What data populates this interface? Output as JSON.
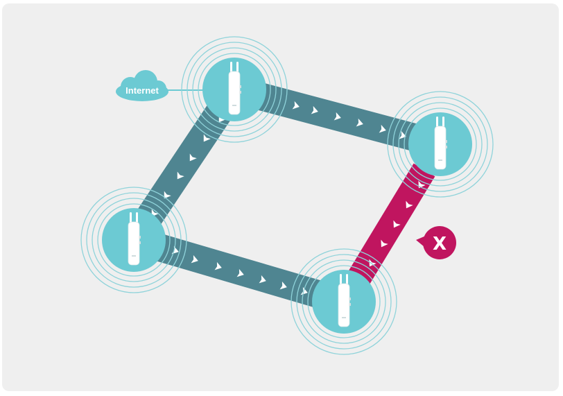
{
  "diagram": {
    "internet_label": "Internet",
    "failure_label": "X",
    "colors": {
      "background": "#efefef",
      "node_fill": "#6ccad3",
      "ring": "#8fd3da",
      "link": "#4f8591",
      "broken_link": "#c0155f",
      "chevron": "#ffffff",
      "device_body": "#ffffff"
    },
    "nodes": [
      {
        "id": "ap-top",
        "role": "root"
      },
      {
        "id": "ap-right",
        "role": "mesh"
      },
      {
        "id": "ap-bottom",
        "role": "mesh"
      },
      {
        "id": "ap-left",
        "role": "mesh"
      }
    ],
    "links": [
      {
        "from": "ap-top",
        "to": "ap-right",
        "status": "active"
      },
      {
        "from": "ap-top",
        "to": "ap-left",
        "status": "active"
      },
      {
        "from": "ap-left",
        "to": "ap-bottom",
        "status": "active"
      },
      {
        "from": "ap-right",
        "to": "ap-bottom",
        "status": "failed"
      }
    ]
  }
}
